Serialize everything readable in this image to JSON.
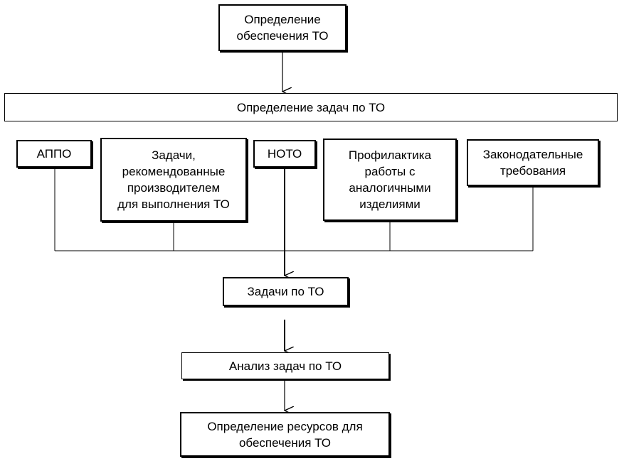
{
  "diagram": {
    "boxes": {
      "definition_support": "Определение\nобеспечения ТО",
      "definition_tasks": "Определение задач по ТО",
      "appo": "АППО",
      "manufacturer_tasks": "Задачи,\nрекомендованные\nпроизводителем\nдля выполнения ТО",
      "noto": "НОТО",
      "prevention": "Профилактика\nработы с\nаналогичными\nизделиями",
      "legislative": "Законодательные\nтребования",
      "tasks_to": "Задачи по ТО",
      "analysis": "Анализ задач по ТО",
      "resources": "Определение ресурсов для\nобеспечения ТО"
    },
    "colors": {
      "line": "#000000",
      "background": "#ffffff"
    }
  }
}
